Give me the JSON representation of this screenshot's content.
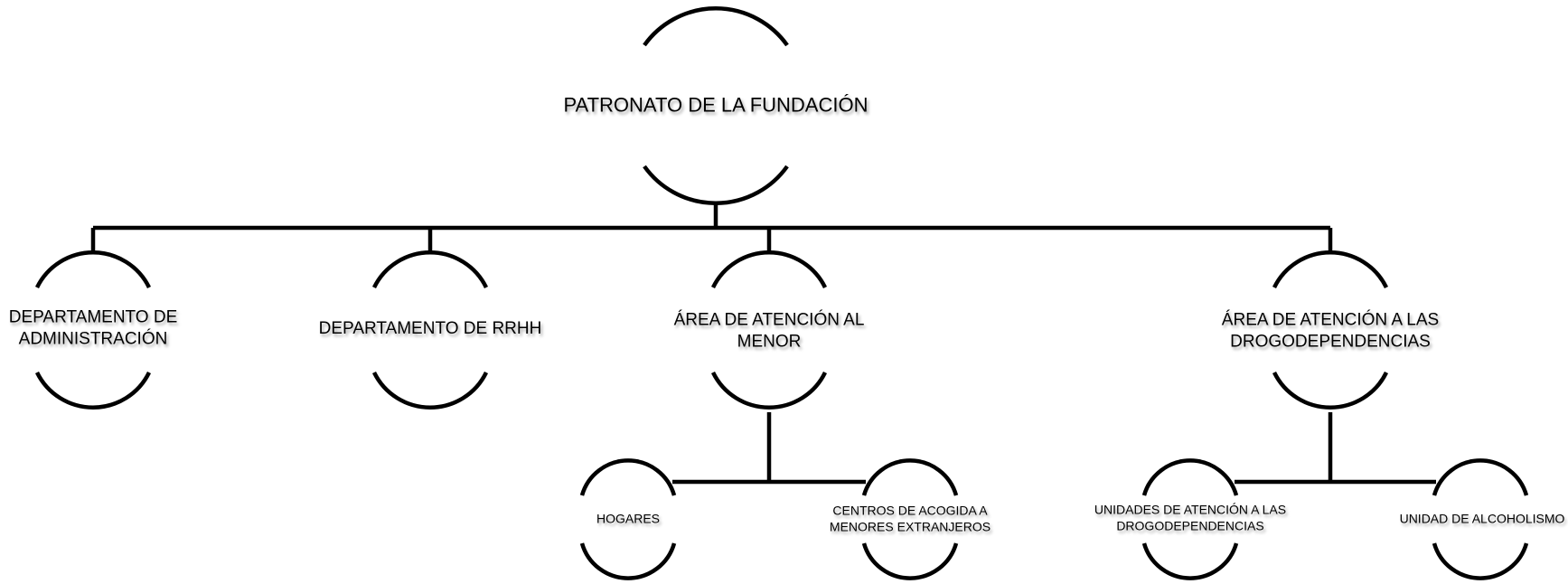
{
  "root": {
    "label": "PATRONATO DE LA FUNDACIÓN"
  },
  "level2": [
    {
      "label": "DEPARTAMENTO DE ADMINISTRACIÓN",
      "lines": [
        "DEPARTAMENTO DE",
        "ADMINISTRACIÓN"
      ]
    },
    {
      "label": "DEPARTAMENTO DE RRHH"
    },
    {
      "label": "ÁREA DE ATENCIÓN AL MENOR",
      "lines": [
        "ÁREA DE ATENCIÓN AL",
        "MENOR"
      ]
    },
    {
      "label": "ÁREA DE ATENCIÓN A LAS DROGODEPENDENCIAS",
      "lines": [
        "ÁREA DE ATENCIÓN A LAS",
        "DROGODEPENDENCIAS"
      ]
    }
  ],
  "level3": [
    {
      "label": "HOGARES"
    },
    {
      "label": "CENTROS DE ACOGIDA A MENORES EXTRANJEROS",
      "lines": [
        "CENTROS DE ACOGIDA A",
        "MENORES EXTRANJEROS"
      ]
    },
    {
      "label": "UNIDADES DE ATENCIÓN A LAS DROGODEPENDENCIAS",
      "lines": [
        "UNIDADES DE ATENCIÓN A LAS",
        "DROGODEPENDENCIAS"
      ]
    },
    {
      "label": "UNIDAD DE ALCOHOLISMO"
    }
  ],
  "colors": {
    "line": "#000000",
    "background": "#ffffff"
  }
}
